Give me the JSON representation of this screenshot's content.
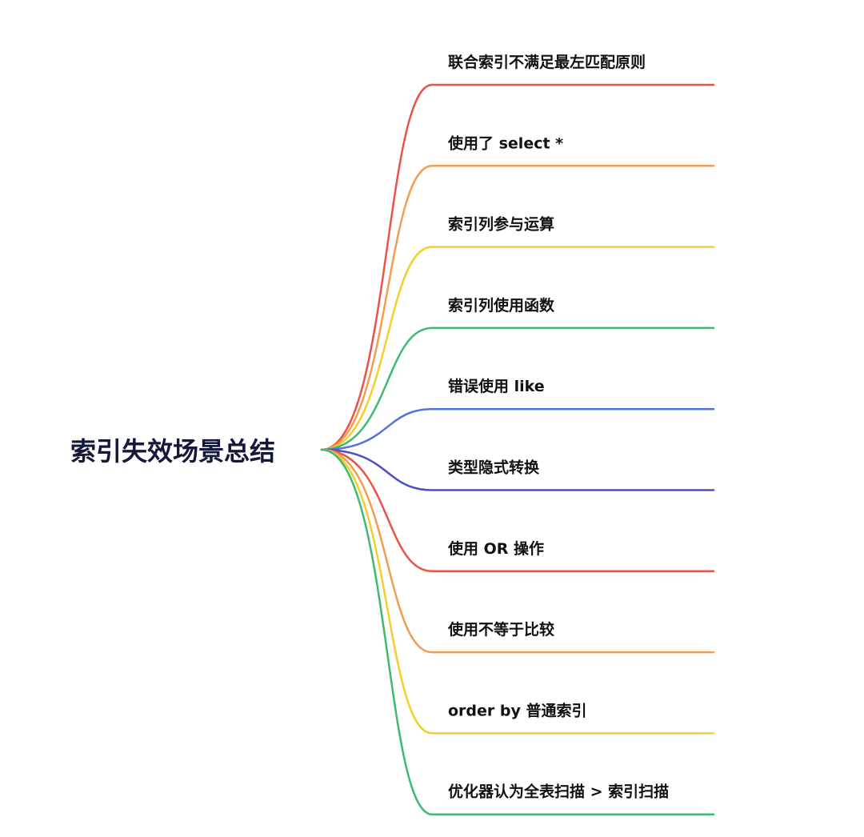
{
  "mindmap": {
    "root": {
      "label": "索引失效场景总结"
    },
    "branches": [
      {
        "label": "联合索引不满足最左匹配原则",
        "color": "#e8534a"
      },
      {
        "label": "使用了 select *",
        "color": "#f39c50"
      },
      {
        "label": "索引列参与运算",
        "color": "#f1cf2c"
      },
      {
        "label": "索引列使用函数",
        "color": "#3fba73"
      },
      {
        "label": "错误使用 like",
        "color": "#5471e0"
      },
      {
        "label": "类型隐式转换",
        "color": "#4d4ec3"
      },
      {
        "label": "使用 OR 操作",
        "color": "#e8534a"
      },
      {
        "label": "使用不等于比较",
        "color": "#f39c50"
      },
      {
        "label": "order by 普通索引",
        "color": "#f1cf2c"
      },
      {
        "label": "优化器认为全表扫描 > 索引扫描",
        "color": "#3fba73"
      }
    ]
  }
}
